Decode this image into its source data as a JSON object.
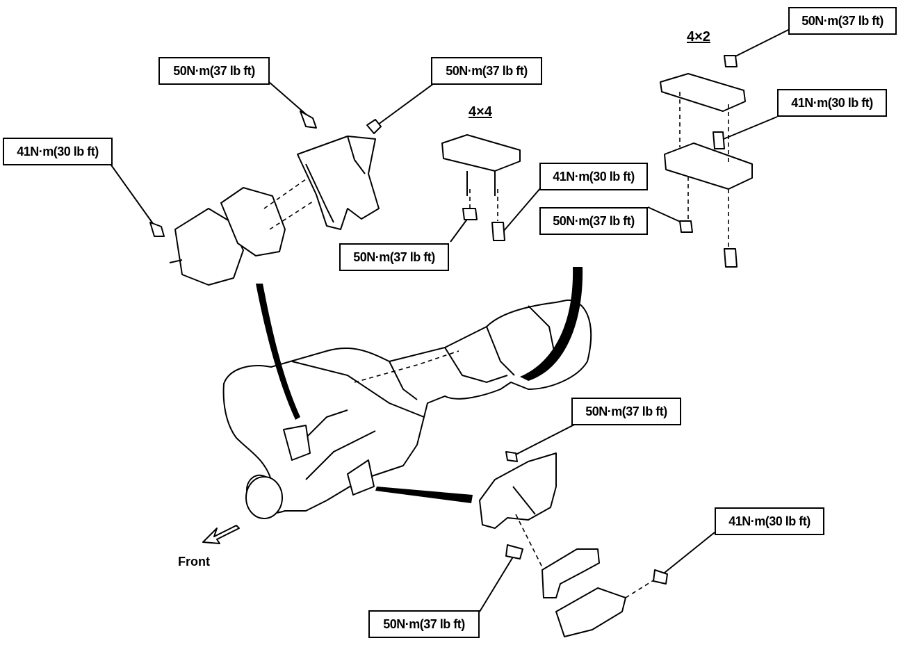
{
  "variants": {
    "four_by_two": "4×2",
    "four_by_four": "4×4"
  },
  "direction": {
    "front": "Front"
  },
  "torque_labels": {
    "top_right_nut": "50N·m(37 lb ft)",
    "top_right_bolt": "41N·m(30 lb ft)",
    "right_bracket_nut": "50N·m(37 lb ft)",
    "center_4x4_bolt": "41N·m(30 lb ft)",
    "center_4x4_nut": "50N·m(37 lb ft)",
    "left_mount_bolt_top": "50N·m(37 lb ft)",
    "left_mount_nut_top": "50N·m(37 lb ft)",
    "left_mount_bolt_side": "41N·m(30 lb ft)",
    "lower_mount_nut_top": "50N·m(37 lb ft)",
    "lower_mount_bolt_side": "41N·m(30 lb ft)",
    "lower_mount_bolt_bottom": "50N·m(37 lb ft)"
  }
}
